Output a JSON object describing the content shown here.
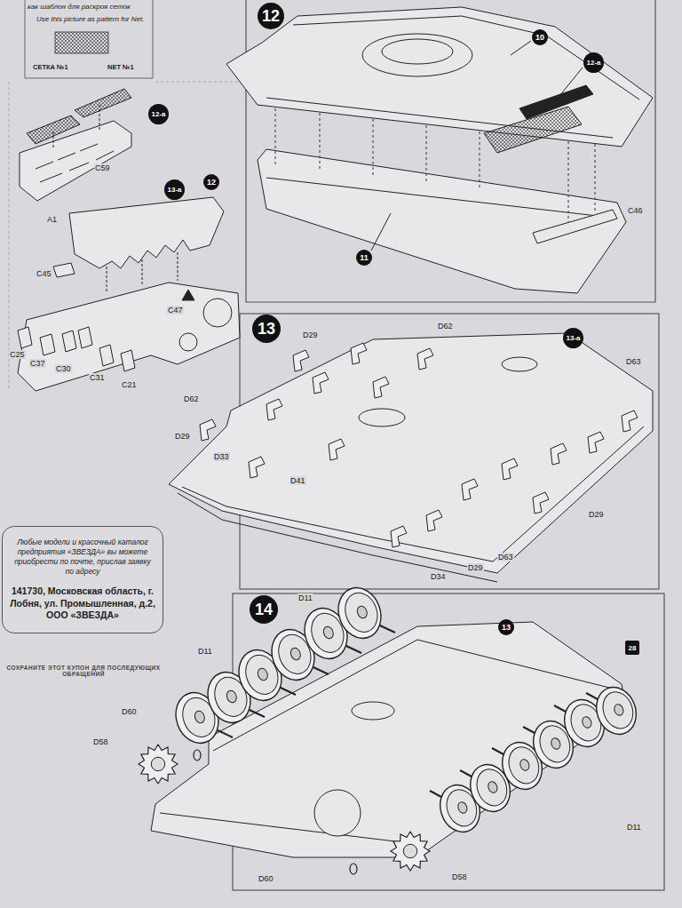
{
  "diagram": {
    "nodes": [
      {
        "text": [
          "12"
        ]
      },
      {
        "text": [
          "10"
        ]
      },
      {
        "text": [
          "12-a"
        ]
      },
      {
        "text": [
          "11"
        ]
      },
      {
        "text": [
          "12-a"
        ]
      },
      {
        "text": [
          "13-a"
        ]
      },
      {
        "text": [
          "12"
        ]
      },
      {
        "text": [
          "13"
        ]
      },
      {
        "text": [
          "13-a"
        ]
      },
      {
        "text": [
          "14"
        ]
      },
      {
        "text": [
          "13"
        ]
      },
      {
        "text": [
          "28"
        ]
      },
      {
        "text": [
          "Любые модели и красочный каталог предприятия «ЗВЕЗДА» вы можете приобрести по почте, прислав заявку по адресу",
          "141730, Московская область, г. Лобня, ул. Промышленная, д.2, ООО «ЗВЕЗДА»"
        ]
      }
    ],
    "labels": [
      "как шаблон для раскроя сеток",
      "Use this picture as pattern for Net.",
      "СЕТКА №1",
      "NET №1",
      "C59",
      "A1",
      "C45",
      "C47",
      "C25",
      "C37",
      "C30",
      "C31",
      "C21",
      "C46",
      "D29",
      "D62",
      "D63",
      "D62",
      "D29",
      "D33",
      "D41",
      "D29",
      "D34",
      "D29",
      "D63",
      "D11",
      "D11",
      "D60",
      "D58",
      "D11",
      "D60",
      "D58",
      "СОХРАНИТЕ ЭТОТ КУПОН ДЛЯ ПОСЛЕДУЮЩИХ ОБРАЩЕНИЙ"
    ]
  }
}
